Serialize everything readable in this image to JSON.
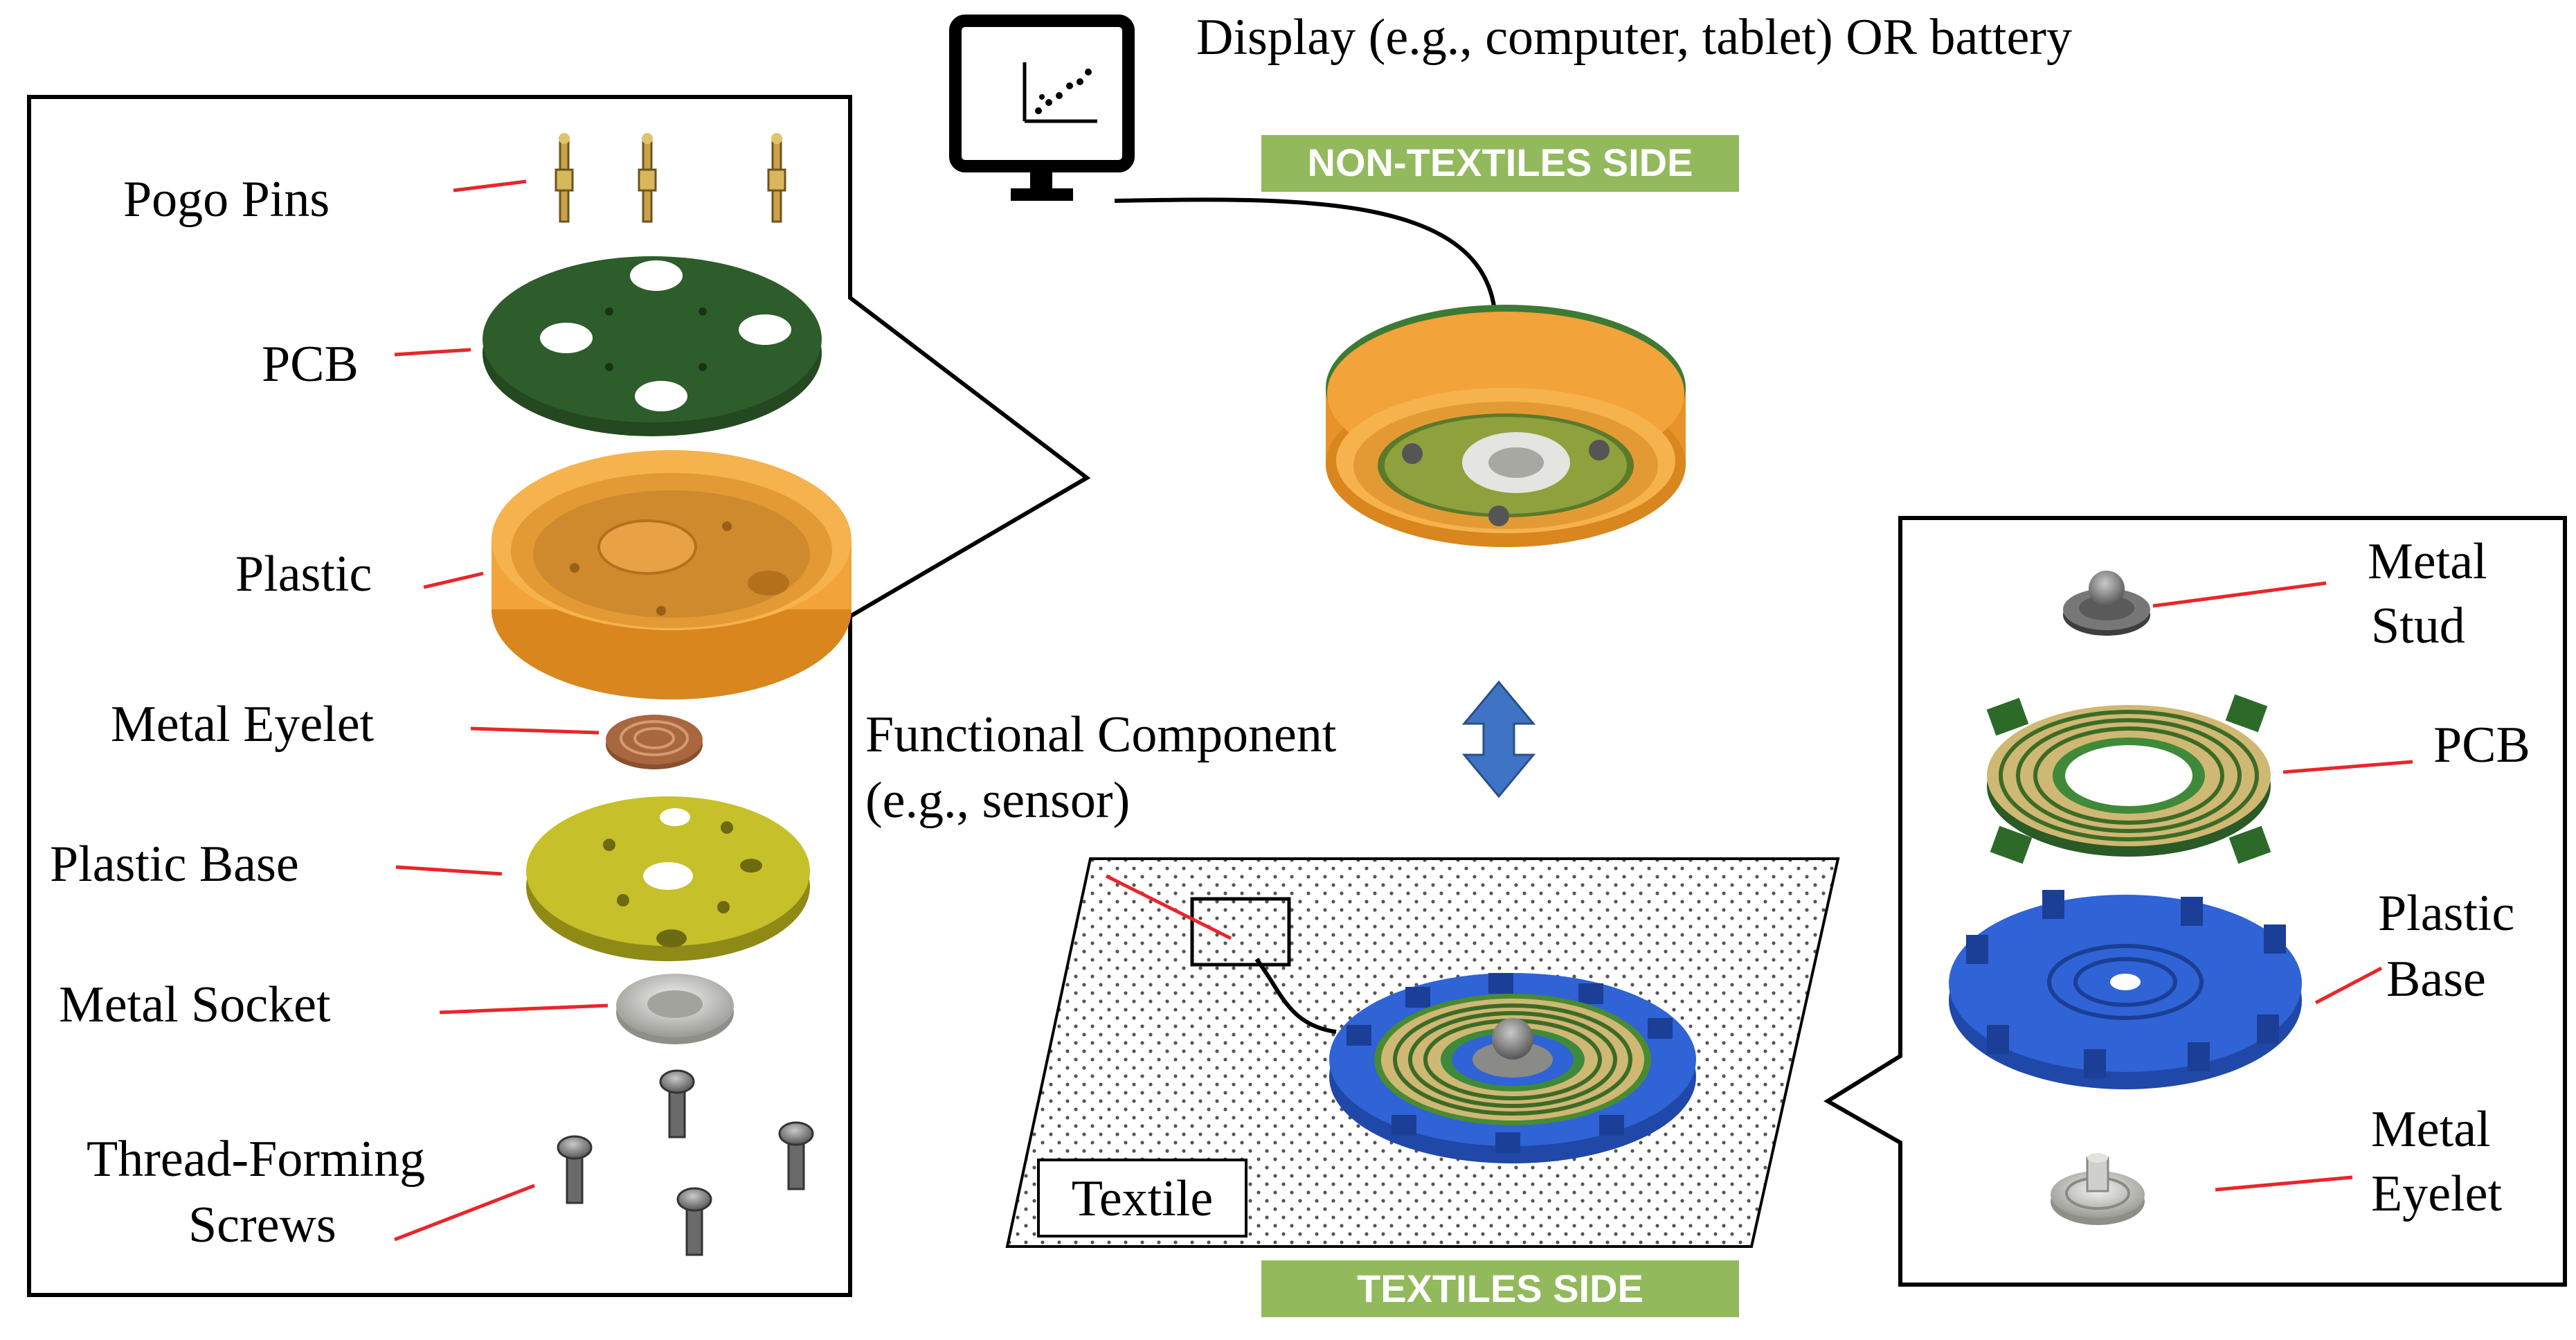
{
  "display": {
    "text": "Display (e.g., computer, tablet) OR battery",
    "icon": "monitor-icon"
  },
  "non_textiles_side": {
    "text": "NON-TEXTILES SIDE",
    "color": "#92b95b"
  },
  "textiles_side": {
    "text": "TEXTILES SIDE",
    "color": "#92b95b"
  },
  "functional_component": {
    "line1": "Functional Component",
    "line2": "(e.g., sensor)"
  },
  "textile_label": "Textile",
  "left_panel": {
    "labels": {
      "pogo_pins": "Pogo Pins",
      "pcb": "PCB",
      "plastic": "Plastic",
      "metal_eyelet": "Metal Eyelet",
      "plastic_base": "Plastic Base",
      "metal_socket": "Metal Socket",
      "screws_line1": "Thread-Forming",
      "screws_line2": "Screws"
    }
  },
  "right_panel": {
    "labels": {
      "metal_stud_line1": "Metal",
      "metal_stud_line2": "Stud",
      "pcb": "PCB",
      "plastic_base_line1": "Plastic",
      "plastic_base_line2": "Base",
      "metal_eyelet_line1": "Metal",
      "metal_eyelet_line2": "Eyelet"
    }
  },
  "colors": {
    "leader_line": "#e8262a",
    "pcb_green": "#2d5d2b",
    "plastic_orange": "#f2a33a",
    "copper": "#a8673f",
    "yellow_base": "#c6c02a",
    "blue_base": "#2f63d6",
    "arrow_blue": "#3f73c4",
    "metal_grey": "#b9b9b4"
  }
}
